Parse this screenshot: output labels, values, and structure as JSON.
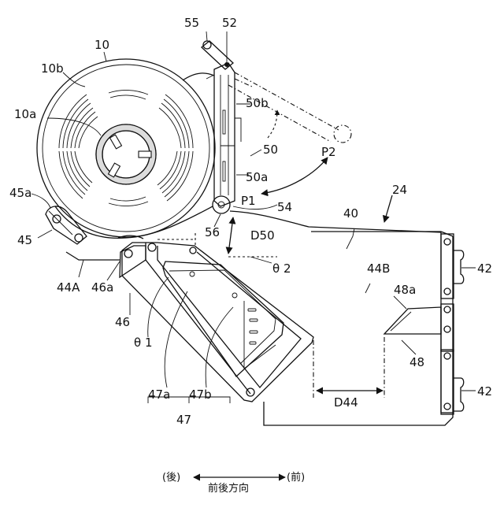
{
  "labels": {
    "l10": "10",
    "l10b": "10b",
    "l10a": "10a",
    "l55": "55",
    "l52": "52",
    "l50b": "50b",
    "l50": "50",
    "l50a": "50a",
    "lP1": "P1",
    "lP2": "P2",
    "l54": "54",
    "l24": "24",
    "l40": "40",
    "l56": "56",
    "lD50": "D50",
    "ltheta2": "θ 2",
    "l44B": "44B",
    "l48a": "48a",
    "l48": "48",
    "l42a": "42",
    "l42b": "42",
    "l45a": "45a",
    "l45": "45",
    "l44A": "44A",
    "l46a": "46a",
    "l46": "46",
    "ltheta1": "θ 1",
    "l47a": "47a",
    "l47b": "47b",
    "l47": "47",
    "lD44": "D44"
  },
  "direction": {
    "back": "(後)",
    "title": "前後方向",
    "front": "(前)"
  }
}
